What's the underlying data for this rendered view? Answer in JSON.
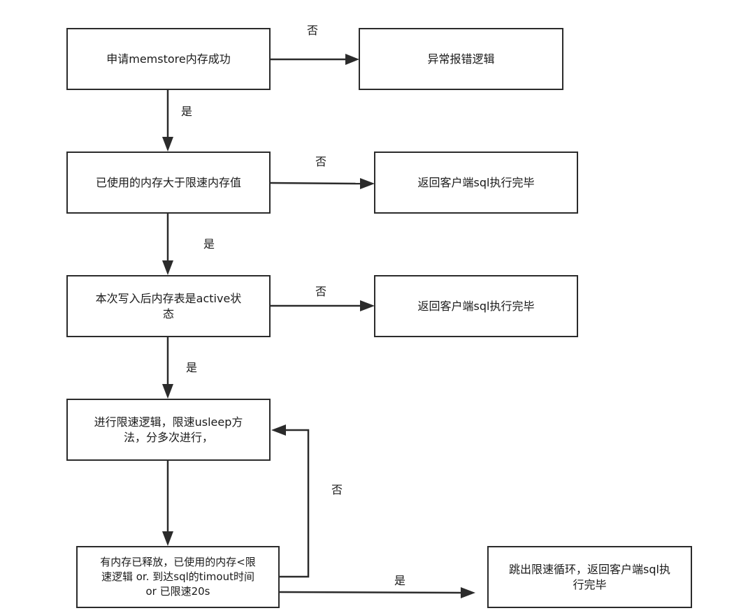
{
  "nodes": {
    "apply": "申请memstore内存成功",
    "error": "异常报错逻辑",
    "check_used": "已使用的内存大于限速内存值",
    "return1": "返回客户端sql执行完毕",
    "check_active_l1": "本次写入后内存表是active状",
    "check_active_l2": "态",
    "return2": "返回客户端sql执行完毕",
    "throttle_l1": "进行限速逻辑，限速usleep方",
    "throttle_l2": "法，分多次进行，",
    "release_l1": "有内存已释放，已使用的内存<限",
    "release_l2": "速逻辑 or. 到达sql的timout时间",
    "release_l3": "or 已限速20s",
    "exit_l1": "跳出限速循环，返回客户端sql执",
    "exit_l2": "行完毕"
  },
  "edge_labels": {
    "no1": "否",
    "yes1": "是",
    "no2": "否",
    "yes2": "是",
    "no3": "否",
    "yes3": "是",
    "no4": "否",
    "yes4": "是"
  }
}
